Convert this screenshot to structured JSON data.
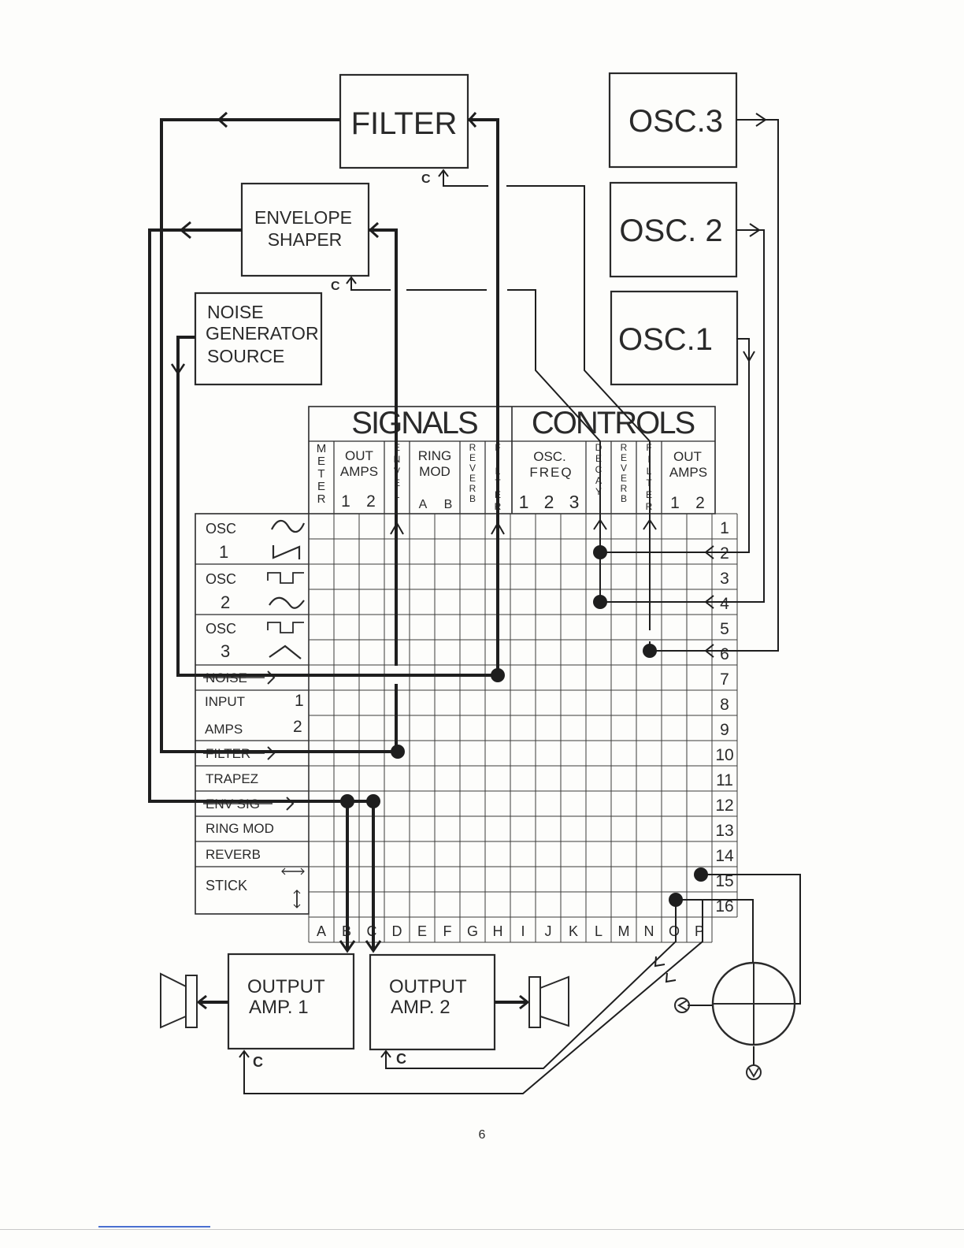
{
  "modules": {
    "filter": "FILTER",
    "envelope": [
      "ENVELOPE",
      "SHAPER"
    ],
    "noise": [
      "NOISE",
      "GENERATOR",
      "SOURCE"
    ],
    "osc3": "OSC.3",
    "osc2": "OSC. 2",
    "osc1": "OSC.1",
    "out1": [
      "OUTPUT",
      "AMP. 1"
    ],
    "out2": [
      "OUTPUT",
      "AMP. 2"
    ],
    "control_mark": "C"
  },
  "matrix": {
    "signals_title": "SIGNALS",
    "controls_title": "CONTROLS",
    "headers": {
      "meter": "METER",
      "out_amps": [
        "OUT",
        "AMPS"
      ],
      "envel": "ENVEL",
      "ring_mod": [
        "RING",
        "MOD"
      ],
      "reverb": "REVERB",
      "filter": "FILTER",
      "osc_freq": [
        "OSC.",
        "FREQ"
      ],
      "decay": "DECAY",
      "c_reverb": "REVERB",
      "c_filter": "FILTER",
      "c_out_amps": [
        "OUT",
        "AMPS"
      ],
      "sub_12": [
        "1",
        "2"
      ],
      "sub_ab": [
        "A",
        "B"
      ],
      "sub_123": [
        "1",
        "2",
        "3"
      ],
      "c_sub_12": [
        "1",
        "2"
      ]
    },
    "rows": {
      "osc1": [
        "OSC",
        "1"
      ],
      "osc2": [
        "OSC",
        "2"
      ],
      "osc3": [
        "OSC",
        "3"
      ],
      "noise": "NOISE",
      "input": [
        "INPUT",
        "1"
      ],
      "amps": [
        "AMPS",
        "2"
      ],
      "filter": "FILTER",
      "trapez": "TRAPEZ",
      "env_sig": "ENV SIG",
      "ring_mod": "RING MOD",
      "reverb": "REVERB",
      "stick": "STICK"
    },
    "row_numbers": [
      "1",
      "2",
      "3",
      "4",
      "5",
      "6",
      "7",
      "8",
      "9",
      "10",
      "11",
      "12",
      "13",
      "14",
      "15",
      "16"
    ],
    "col_letters": [
      "A",
      "B",
      "C",
      "D",
      "E",
      "F",
      "G",
      "H",
      "I",
      "J",
      "K",
      "L",
      "M",
      "N",
      "O",
      "P"
    ]
  },
  "page_number": "6"
}
